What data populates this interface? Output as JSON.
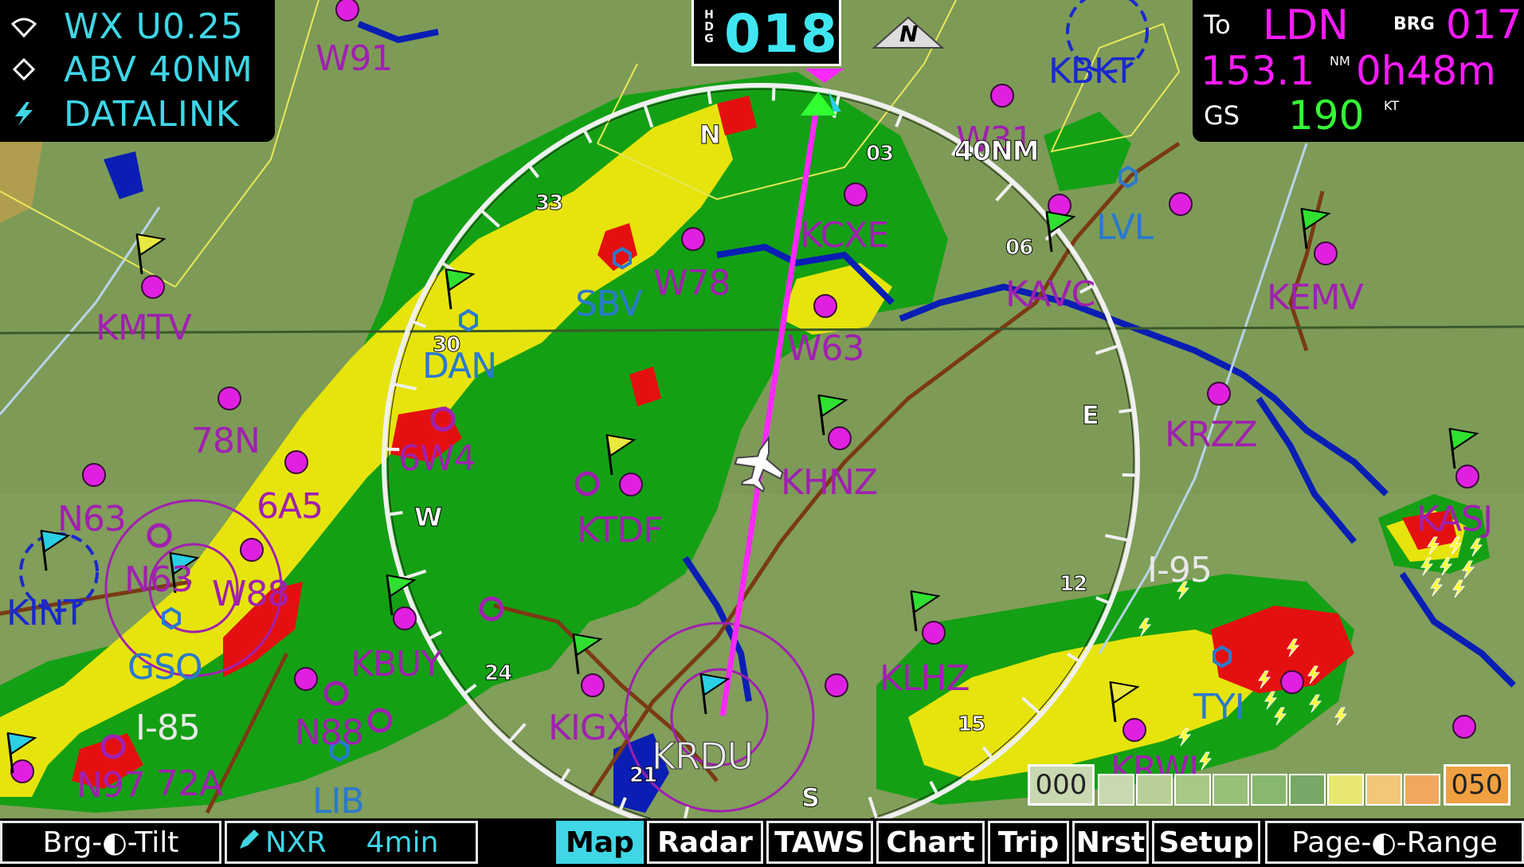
{
  "wx_panel": {
    "rows": [
      {
        "icon": "weather-icon",
        "text": "WX U0.25"
      },
      {
        "icon": "diamond-icon",
        "text": "ABV 40NM"
      },
      {
        "icon": "lightning-icon",
        "text": "DATALINK"
      }
    ]
  },
  "heading": {
    "label": "HDG",
    "value": "018"
  },
  "north_indicator": "N",
  "nav": {
    "to_label": "To",
    "waypoint": "LDN",
    "brg_label": "BRG",
    "brg_value": "017°",
    "distance": "153.1",
    "distance_unit": "NM",
    "ete": "0h48m",
    "gs_label": "GS",
    "gs_value": "190",
    "gs_unit": "KT"
  },
  "range_label": "40NM",
  "compass_labels": [
    "N",
    "03",
    "06",
    "E",
    "12",
    "15",
    "S",
    "21",
    "24",
    "W",
    "30",
    "33"
  ],
  "airports": [
    "KMTV",
    "78N",
    "N63",
    "KINT",
    "N63",
    "6A5",
    "W88",
    "GSO",
    "KBUY",
    "N88",
    "I-85",
    "N97",
    "72A",
    "LIB",
    "KIGX",
    "KRDU",
    "KLHZ",
    "KTDF",
    "6W4",
    "DAN",
    "SBV",
    "W78",
    "KCXE",
    "W63",
    "KHNZ",
    "KAVC",
    "LVL",
    "KEMV",
    "KRZZ",
    "KASJ",
    "I-95",
    "TYI",
    "KRWI",
    "KBKT",
    "W91",
    "W31"
  ],
  "legend": {
    "low": "000",
    "high": "050"
  },
  "softkeys": {
    "brg_tilt": "Brg-◐-Tilt",
    "nxr_label": "NXR",
    "nxr_age": "4min",
    "map": "Map",
    "radar": "Radar",
    "taws": "TAWS",
    "chart": "Chart",
    "trip": "Trip",
    "nrst": "Nrst",
    "setup": "Setup",
    "page_range": "Page-◐-Range"
  },
  "colors": {
    "cyan": "#3fd6e6",
    "magenta": "#ff1aff",
    "green_gs": "#33ff33",
    "terrain": "#7c9a56",
    "wx_green": "#14a014",
    "wx_yellow": "#e8e80c",
    "wx_red": "#e41010"
  }
}
